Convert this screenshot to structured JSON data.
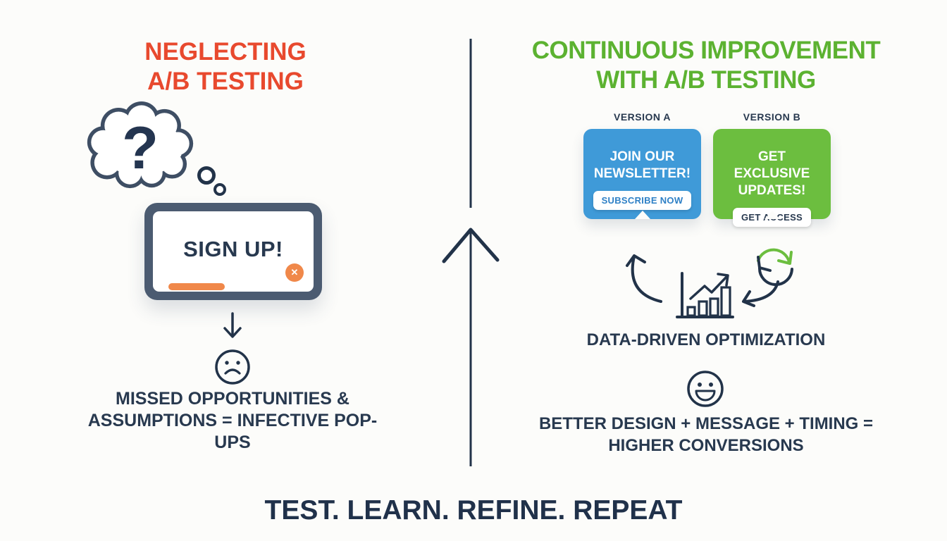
{
  "colors": {
    "bg": "#fcfcfa",
    "red": "#e8492e",
    "green-title": "#5cb231",
    "green-card": "#6cbe3f",
    "blue-card": "#3f9ad8",
    "blue-text": "#2e80c6",
    "navy": "#28394f",
    "navy-icon": "#223349",
    "slate": "#4b5b71",
    "orange": "#f0884a"
  },
  "left": {
    "title_line1": "NEGLECTING",
    "title_line2": "A/B TESTING",
    "popup": {
      "headline": "SIGN UP!",
      "close_glyph": "✕"
    },
    "caption_line1": "MISSED OPPORTUNITIES &",
    "caption_line2": "ASSUMPTIONS = INFECTIVE POP-UPS"
  },
  "right": {
    "title_line1": "CONTINUOUS IMPROVEMENT",
    "title_line2": "WITH A/B TESTING",
    "version_a": {
      "label": "VERSION A",
      "headline": "JOIN OUR NEWSLETTER!",
      "button_label": "SUBSCRIBE NOW"
    },
    "version_b": {
      "label": "VERSION B",
      "headline": "GET EXCLUSIVE UPDATES!",
      "button_label": "GET ACCESS"
    },
    "optimization_caption": "DATA-DRIVEN OPTIMIZATION",
    "caption_line1": "BETTER DESIGN + MESSAGE + TIMING =",
    "caption_line2": "HIGHER CONVERSIONS"
  },
  "icons": {
    "question_mark": "?"
  },
  "footer": {
    "label": "TEST. LEARN. REFINE. REPEAT"
  }
}
